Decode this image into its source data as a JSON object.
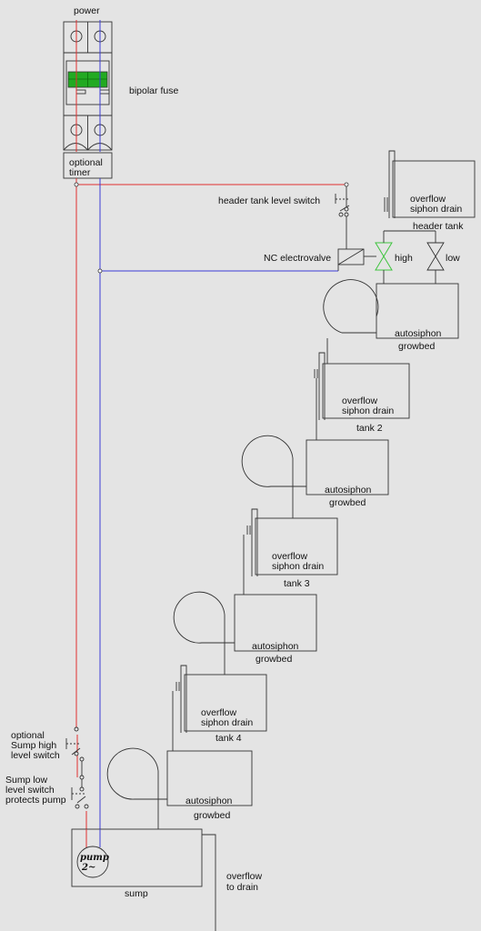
{
  "labels": {
    "power": "power",
    "bipolar_fuse": "bipolar fuse",
    "optional_timer": [
      "optional",
      "timer"
    ],
    "header_tank_level_switch": "header tank level switch",
    "nc_electrovalve": "NC electrovalve",
    "high": "high",
    "low": "low",
    "overflow_siphon_drain": [
      "overflow",
      "siphon drain"
    ],
    "header_tank": "header tank",
    "autosiphon": "autosiphon",
    "growbed": "growbed",
    "tank_2": "tank 2",
    "tank_3": "tank 3",
    "tank_4": "tank 4",
    "sump_high_switch": [
      "optional",
      "Sump high",
      "level switch"
    ],
    "sump_low_switch": [
      "Sump low",
      "level switch",
      "protects pump"
    ],
    "pump": [
      "pump",
      "2~"
    ],
    "sump": "sump",
    "overflow_to_drain": [
      "overflow",
      "to drain"
    ]
  },
  "colors": {
    "background": "#e4e4e4",
    "phase_wire": "#e03030",
    "neutral_wire": "#3b3bd6",
    "fuse_lever": "#22aa22",
    "valve_high": "#3ec43e",
    "outline": "#333333"
  }
}
